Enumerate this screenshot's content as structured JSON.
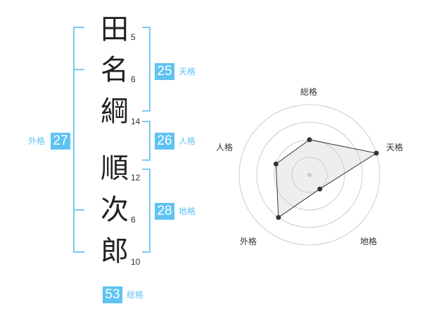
{
  "name": {
    "characters": [
      {
        "char": "田",
        "strokes": "5"
      },
      {
        "char": "名",
        "strokes": "6"
      },
      {
        "char": "綱",
        "strokes": "14"
      },
      {
        "char": "順",
        "strokes": "12"
      },
      {
        "char": "次",
        "strokes": "6"
      },
      {
        "char": "郎",
        "strokes": "10"
      }
    ]
  },
  "fortune": {
    "tenkaku": {
      "value": "25",
      "label": "天格"
    },
    "jinkaku": {
      "value": "26",
      "label": "人格"
    },
    "chikaku": {
      "value": "28",
      "label": "地格"
    },
    "gaikaku": {
      "value": "27",
      "label": "外格"
    },
    "soukaku": {
      "value": "53",
      "label": "総格"
    }
  },
  "colors": {
    "accent": "#5ec3f2",
    "bracket": "#7dcaf2",
    "text": "#222222"
  },
  "radar": {
    "axes": [
      "総格",
      "天格",
      "地格",
      "外格",
      "人格"
    ],
    "max": 4,
    "rings": 4,
    "scores": [
      2,
      4,
      1,
      3,
      2
    ]
  }
}
